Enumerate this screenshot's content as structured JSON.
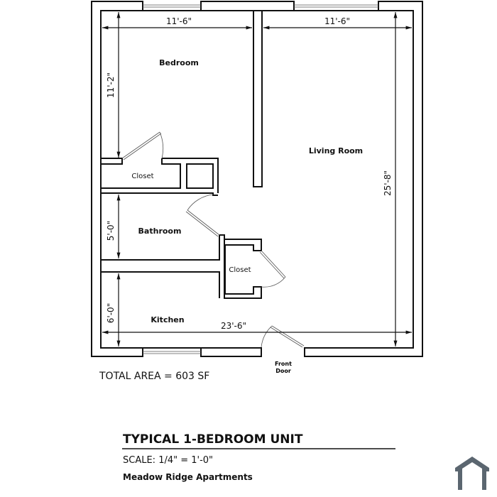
{
  "plan": {
    "rooms": {
      "bedroom": "Bedroom",
      "living_room": "Living Room",
      "closet_bedroom": "Closet",
      "bathroom": "Bathroom",
      "closet_hall": "Closet",
      "kitchen": "Kitchen"
    },
    "dimensions": {
      "bedroom_width": "11'-6\"",
      "living_width": "11'-6\"",
      "bedroom_depth": "11'-2\"",
      "bathroom_depth": "5'-0\"",
      "kitchen_depth": "6'-0\"",
      "total_width": "23'-6\"",
      "total_depth": "25'-8\""
    },
    "front_door": [
      "Front",
      "Door"
    ],
    "total_area": "TOTAL AREA = 603 SF"
  },
  "title_block": {
    "title": "TYPICAL 1-BEDROOM UNIT",
    "scale": "SCALE: 1/4\" = 1'-0\"",
    "property": "Meadow Ridge Apartments"
  },
  "colors": {
    "walls": "#111111",
    "logo": "#5b6670"
  }
}
